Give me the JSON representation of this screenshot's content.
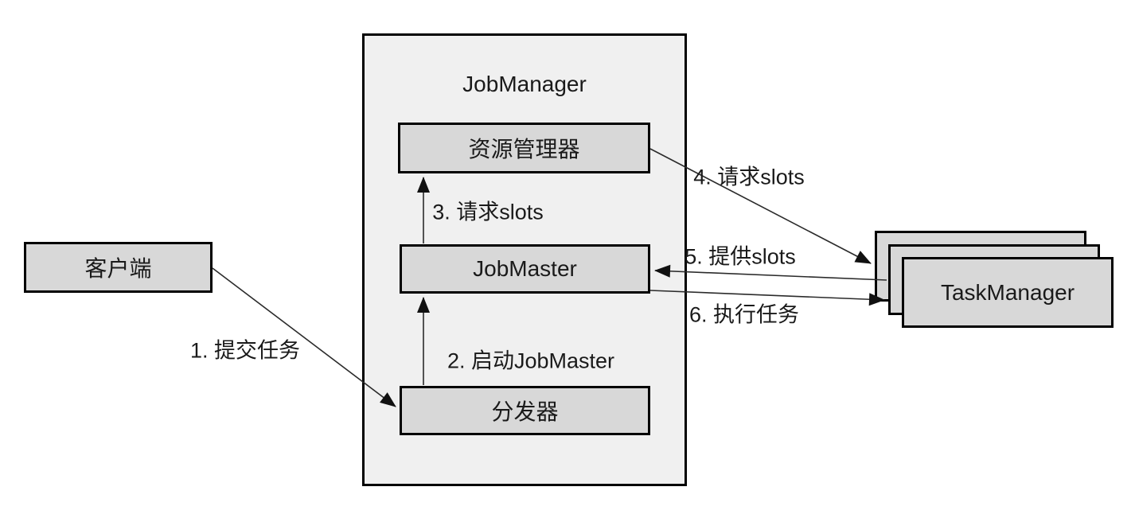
{
  "container": {
    "title": "JobManager"
  },
  "nodes": {
    "client": {
      "label": "客户端"
    },
    "resource_manager": {
      "label": "资源管理器"
    },
    "job_master": {
      "label": "JobMaster"
    },
    "dispatcher": {
      "label": "分发器"
    },
    "task_manager": {
      "label": "TaskManager"
    }
  },
  "edges": [
    {
      "id": 1,
      "label": "1. 提交任务",
      "from": "client",
      "to": "dispatcher"
    },
    {
      "id": 2,
      "label": "2. 启动JobMaster",
      "from": "dispatcher",
      "to": "job_master"
    },
    {
      "id": 3,
      "label": "3. 请求slots",
      "from": "job_master",
      "to": "resource_manager"
    },
    {
      "id": 4,
      "label": "4. 请求slots",
      "from": "resource_manager",
      "to": "task_manager"
    },
    {
      "id": 5,
      "label": "5. 提供slots",
      "from": "task_manager",
      "to": "job_master"
    },
    {
      "id": 6,
      "label": "6. 执行任务",
      "from": "job_master",
      "to": "task_manager"
    }
  ],
  "colors": {
    "background": "#ffffff",
    "container_fill": "#f0f0f0",
    "node_fill": "#d8d8d8",
    "border": "#000000",
    "line": "#2b2b2b",
    "text": "#1a1a1a"
  }
}
